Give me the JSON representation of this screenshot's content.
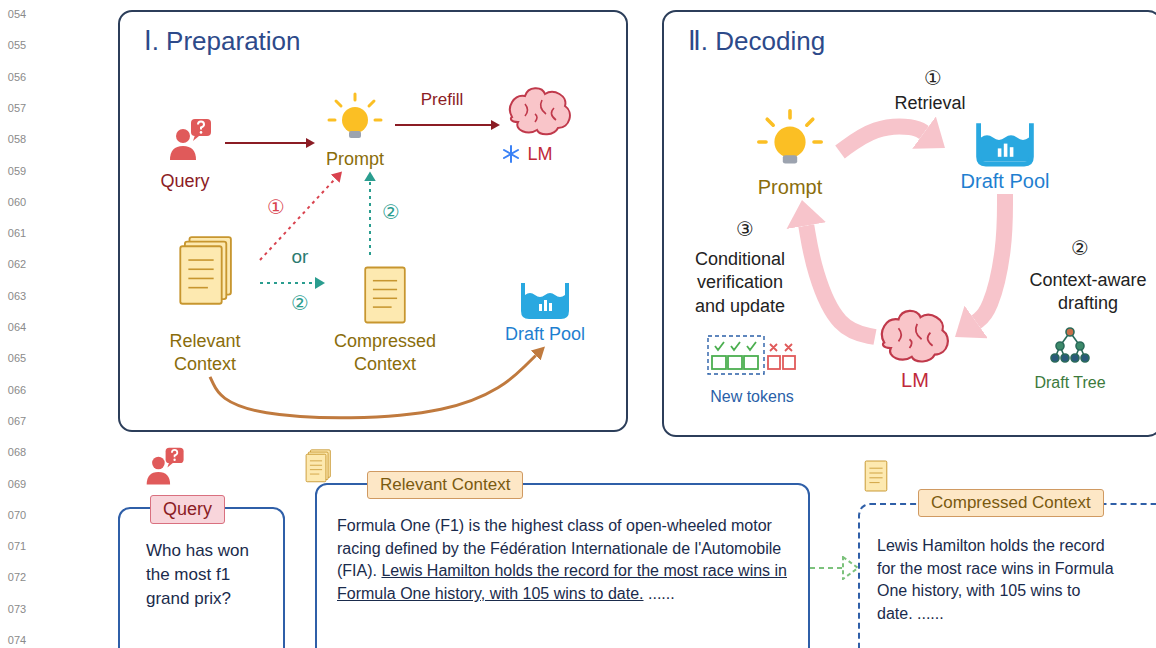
{
  "diagram": {
    "nodes": [
      {
        "text": [
          "Ⅰ. Preparation"
        ]
      },
      {
        "text": [
          "Query"
        ],
        "in": 0
      },
      {
        "text": [
          "Prompt"
        ],
        "in": 0
      },
      {
        "text": [
          "LM"
        ],
        "in": 0
      },
      {
        "text": [
          "Relevant Context"
        ],
        "in": 0
      },
      {
        "text": [
          "Compressed Context"
        ],
        "in": 0
      },
      {
        "text": [
          "Draft Pool"
        ],
        "in": 0
      },
      {
        "text": [
          "Ⅱ. Decoding"
        ]
      },
      {
        "text": [
          "Prompt"
        ],
        "in": 7
      },
      {
        "text": [
          "Draft Pool"
        ],
        "in": 7
      },
      {
        "text": [
          "LM"
        ],
        "in": 7
      },
      {
        "text": [
          "Query",
          "Who has won the most f1 grand prix?"
        ]
      },
      {
        "text": [
          "Relevant Context",
          "Formula One (F1) is the highest class of open-wheeled motor racing defined by the Fédération Internationale de l'Automobile (FIA).",
          "Lewis Hamilton holds the record for the most race wins in Formula One history, with 105 wins to date.",
          "......"
        ]
      },
      {
        "text": [
          "Compressed Context",
          "Lewis Hamilton holds the record for the most race wins in Formula One history, with 105 wins to date. ......"
        ]
      }
    ],
    "edges": [
      {
        "from": 1,
        "to": 2,
        "arrow": "to"
      },
      {
        "from": 2,
        "to": 3,
        "label": "Prefill",
        "arrow": "to"
      },
      {
        "from": 4,
        "to": 2,
        "label": "①",
        "arrow": "to"
      },
      {
        "from": 4,
        "to": 5,
        "label": "②",
        "arrow": "to"
      },
      {
        "from": 5,
        "to": 2,
        "label": "②",
        "arrow": "to"
      },
      {
        "from": 4,
        "to": 6,
        "arrow": "to"
      },
      {
        "from": 8,
        "to": 9,
        "label": "Retrieval",
        "arrow": "to"
      },
      {
        "from": 9,
        "to": 10,
        "label": "Context-aware drafting",
        "arrow": "to"
      },
      {
        "from": 10,
        "to": 8,
        "label": "Conditional verification and update",
        "arrow": "to"
      },
      {
        "from": 12,
        "to": 13,
        "arrow": "to"
      }
    ],
    "labels": [
      "054",
      "055",
      "056",
      "057",
      "058",
      "059",
      "060",
      "061",
      "062",
      "063",
      "064",
      "065",
      "066",
      "067",
      "068",
      "069",
      "070",
      "071",
      "072",
      "073",
      "074",
      "or",
      "①",
      "②",
      "③",
      "Draft Tree",
      "New tokens"
    ]
  }
}
